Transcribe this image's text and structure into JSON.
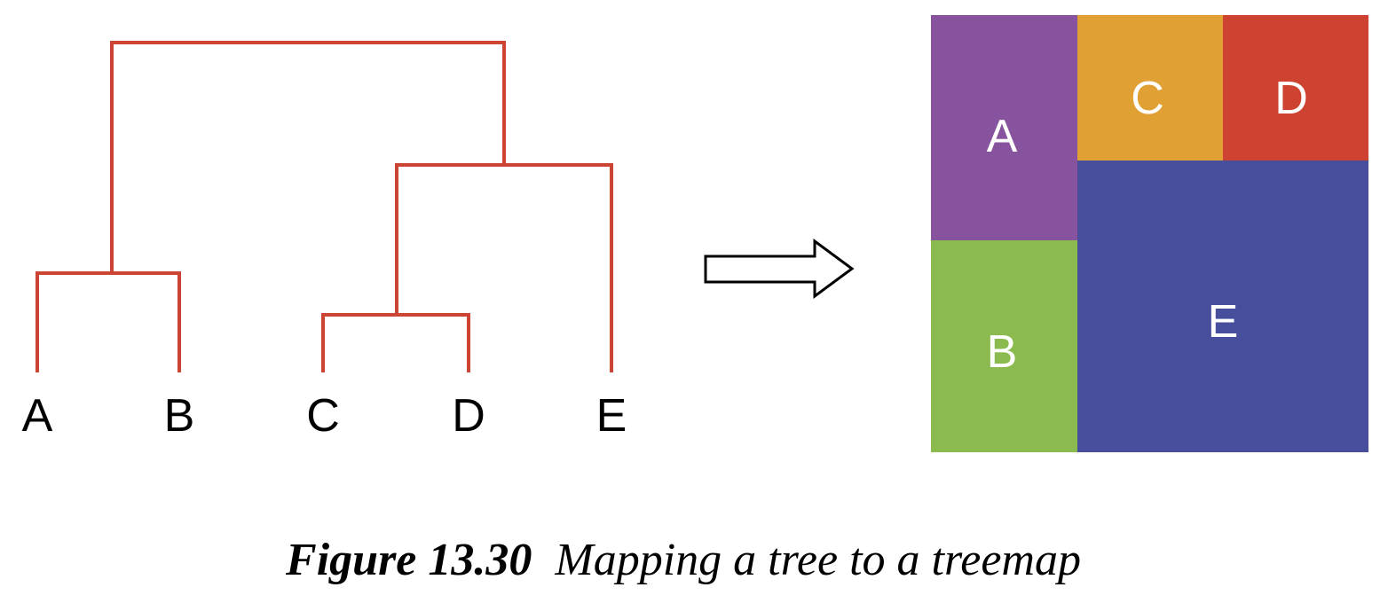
{
  "tree": {
    "edge_color": "#cc4433",
    "leaves": [
      "A",
      "B",
      "C",
      "D",
      "E"
    ]
  },
  "arrow": {
    "icon": "right-arrow-icon"
  },
  "treemap": {
    "cells": [
      {
        "label": "A",
        "color": "#88539e"
      },
      {
        "label": "B",
        "color": "#8bbb4e"
      },
      {
        "label": "C",
        "color": "#e1a033"
      },
      {
        "label": "D",
        "color": "#cd4230"
      },
      {
        "label": "E",
        "color": "#474e9c"
      }
    ]
  },
  "caption": {
    "number": "Figure 13.30",
    "text": "Mapping a tree to a treemap"
  }
}
